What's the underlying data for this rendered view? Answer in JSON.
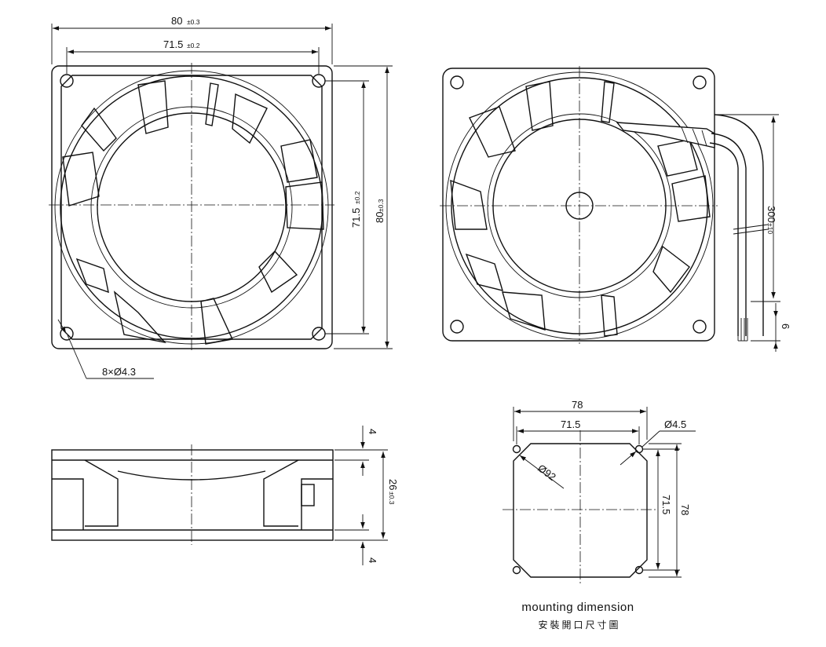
{
  "front_view": {
    "overall_width": {
      "value": "80",
      "tolerance": "±0.3"
    },
    "hole_pitch_width": {
      "value": "71.5",
      "tolerance": "±0.2"
    },
    "hole_pitch_height": {
      "value": "71.5",
      "tolerance": "±0.2"
    },
    "overall_height": {
      "value": "80",
      "tolerance": "±0.3"
    },
    "holes_callout": "8×Ø4.3"
  },
  "rear_view": {
    "lead_length": {
      "value": "300",
      "tolerance": "±10"
    },
    "lead_strip": "6"
  },
  "side_view": {
    "flange_top": "4",
    "depth": {
      "value": "26",
      "tolerance": "±0.3"
    },
    "flange_bottom": "4"
  },
  "mounting": {
    "width": "78",
    "hole_pitch_width": "71.5",
    "hole_diameter": "Ø4.5",
    "opening_diameter": "Ø92",
    "hole_pitch_height": "71.5",
    "height": "78",
    "caption_en": "mounting dimension",
    "caption_cn": "安裝開口尺寸圖"
  }
}
